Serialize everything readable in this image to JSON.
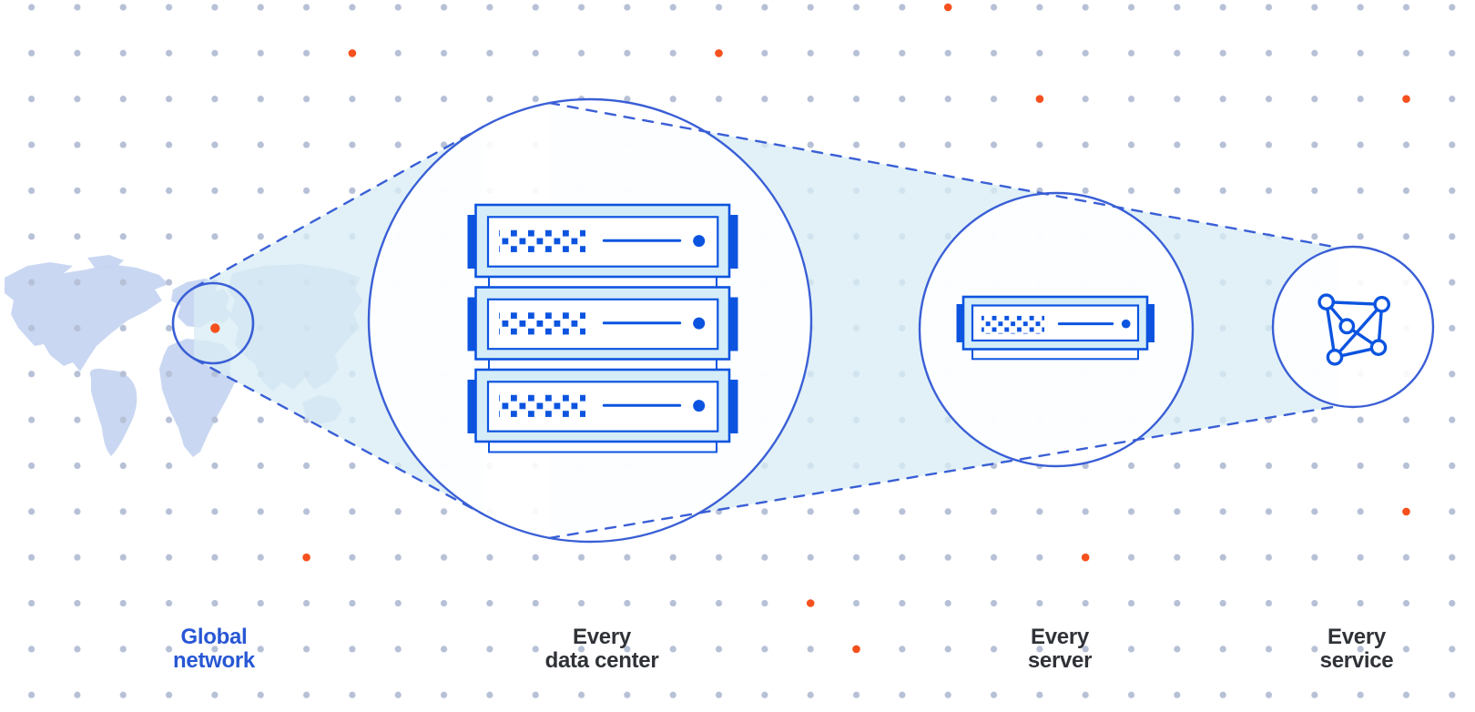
{
  "labels": {
    "global_network": {
      "line1": "Global",
      "line2": "network"
    },
    "every_data_center": {
      "line1": "Every",
      "line2": "data center"
    },
    "every_server": {
      "line1": "Every",
      "line2": "server"
    },
    "every_service": {
      "line1": "Every",
      "line2": "service"
    }
  },
  "icons": {
    "map_marker": "orange-location-dot",
    "data_center": "stacked-server-rack",
    "server": "server-unit",
    "service": "network-graph"
  },
  "colors": {
    "blue": "#0c54e0",
    "stroke": "#3a5fd6",
    "label_blue": "#2857d4",
    "label_dark": "#2f3237",
    "map": "#c6d5f1",
    "cone": "#d9edf5",
    "grid_dot": "#b6c0d6",
    "orange": "#f5501e",
    "server_fill": "#d5edf8",
    "white": "#ffffff"
  }
}
